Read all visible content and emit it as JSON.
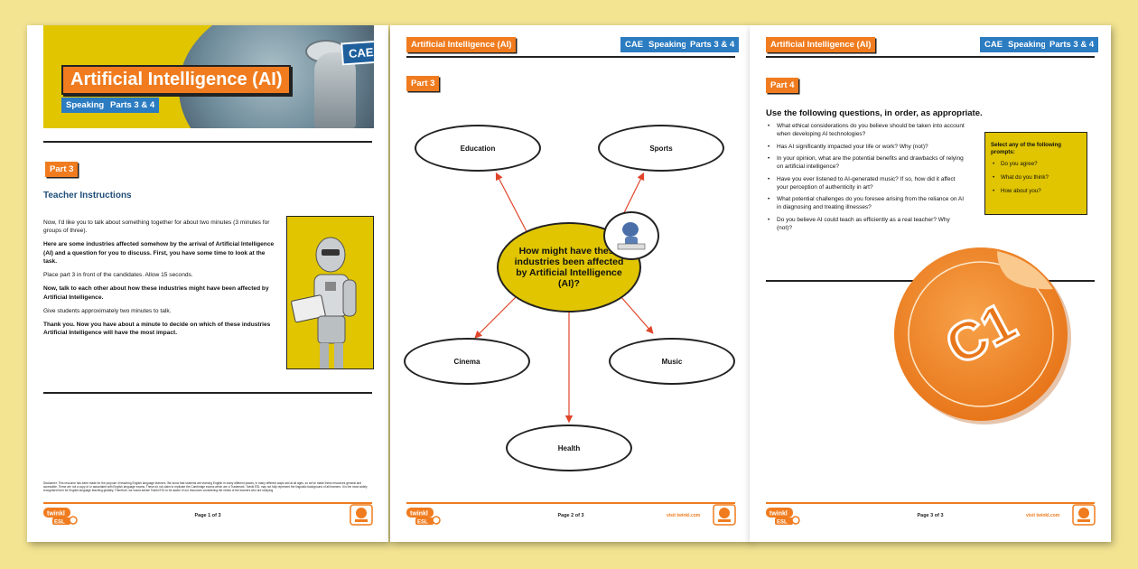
{
  "page1": {
    "cae_badge": "CAE",
    "title": "Artificial Intelligence (AI)",
    "tags": [
      "Speaking",
      "Parts 3 & 4"
    ],
    "part_label": "Part 3",
    "heading": "Teacher Instructions",
    "paragraphs": [
      "Now, I'd like you to talk about something together for about two minutes (3 minutes for groups of three).",
      "Here are some industries affected somehow by the arrival of Artificial Intelligence (AI) and a question for you to discuss. First, you have some time to look at the task.",
      "Place part 3 in front of the candidates. Allow 15 seconds.",
      "Now, talk to each other about how these industries might have been affected by Artificial Intelligence.",
      "Give students approximately two minutes to talk.",
      "Thank you. Now you have about a minute to decide on which of these industries Artificial Intelligence will have the most impact."
    ],
    "disclaimer": "Disclaimer: This resource has been made for the purpose of teaching English language learners. We know that students are learning English in many different places, in many different ways and at all ages, so we've made these resources general and accessible. These are not a copy of or associated with English language exams. These do not claim to replicate the Cambridge exams which are a Trademark. Twinkl ESL may not fully represent the linguistic background of all learners. It is the most widely recognised form for English language teaching globally. Therefore, we would advise Twinkl ESL to be aware of our resources considering the needs of the learners who are studying.",
    "page_num": "Page 1 of 3"
  },
  "page2": {
    "header_title": "Artificial Intelligence (AI)",
    "header_tags": [
      "CAE",
      "Speaking",
      "Parts 3 & 4"
    ],
    "part_label": "Part 3",
    "center_question": "How might have these industries been affected by Artificial Intelligence (AI)?",
    "industries": [
      "Education",
      "Sports",
      "Cinema",
      "Music",
      "Health"
    ],
    "page_num": "Page 2 of 3",
    "url": "visit twinkl.com"
  },
  "page3": {
    "header_title": "Artificial Intelligence (AI)",
    "header_tags": [
      "CAE",
      "Speaking",
      "Parts 3 & 4"
    ],
    "part_label": "Part 4",
    "instruction": "Use the following questions, in order, as appropriate.",
    "questions": [
      "What ethical considerations do you believe should be taken into account when developing AI technologies?",
      "Has AI significantly impacted your life or work? Why (not)?",
      "In your opinion, what are the potential benefits and drawbacks of relying on artificial intelligence?",
      "Have you ever listened to AI-generated music? If so, how did it affect your perception of authenticity in art?",
      "What potential challenges do you foresee arising from the reliance on AI in diagnosing and treating illnesses?",
      "Do you believe AI could teach as efficiently as a real teacher? Why (not)?"
    ],
    "prompt_heading": "Select any of the following prompts:",
    "prompts": [
      "Do you agree?",
      "What do you think?",
      "How about you?"
    ],
    "level_badge": "C1",
    "page_num": "Page 3 of 3",
    "url": "visit twinkl.com"
  },
  "footer": {
    "logo_text": "twinkl",
    "logo_sub": "ESL"
  },
  "colors": {
    "orange": "#f07c1f",
    "blue": "#2b7cc1",
    "yellow": "#e0c500",
    "background": "#f3e492"
  }
}
